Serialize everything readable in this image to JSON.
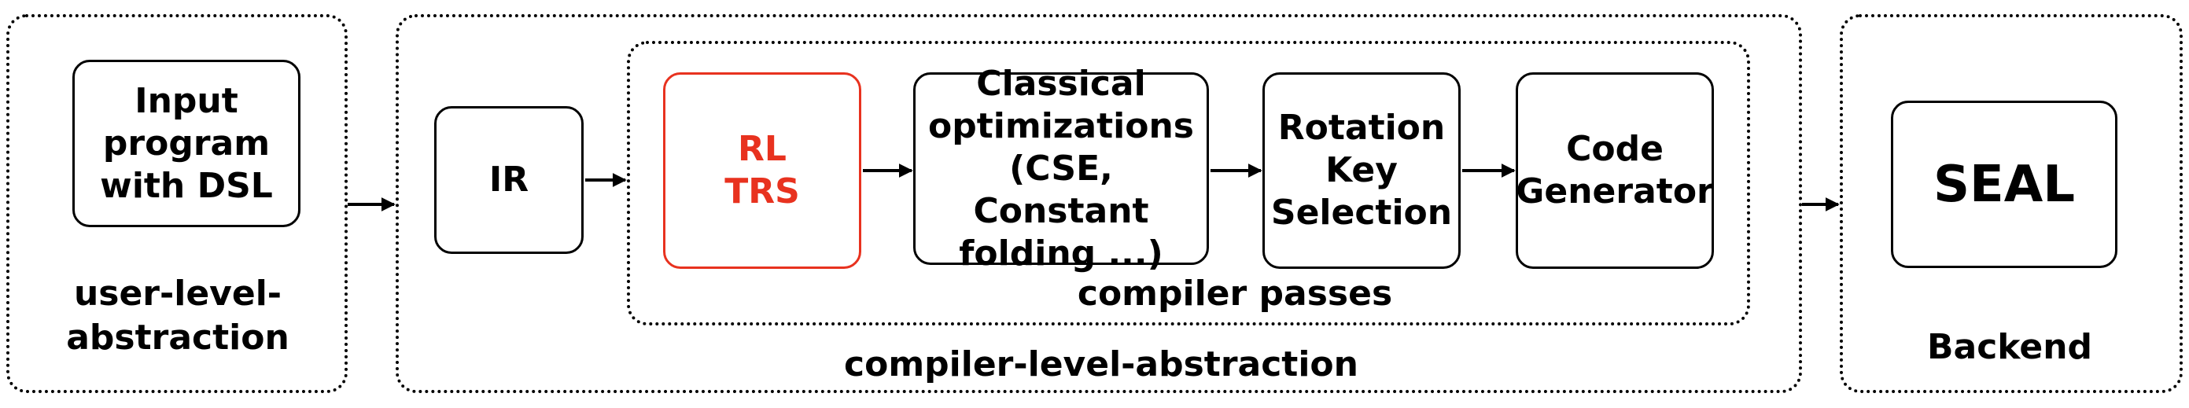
{
  "groups": {
    "user_level": {
      "caption": "user-level-\nabstraction",
      "box": "Input\nprogram\nwith DSL"
    },
    "compiler_level": {
      "caption": "compiler-level-abstraction",
      "ir_box": "IR",
      "passes": {
        "caption": "compiler passes",
        "rl_trs": "RL\nTRS",
        "classical": "Classical\noptimizations\n(CSE, Constant\nfolding ...)",
        "rotation": "Rotation\nKey\nSelection",
        "codegen": "Code\nGenerator"
      }
    },
    "backend": {
      "caption": "Backend",
      "box": "SEAL"
    }
  },
  "colors": {
    "accent": "#e8321f",
    "stroke": "#000000"
  }
}
